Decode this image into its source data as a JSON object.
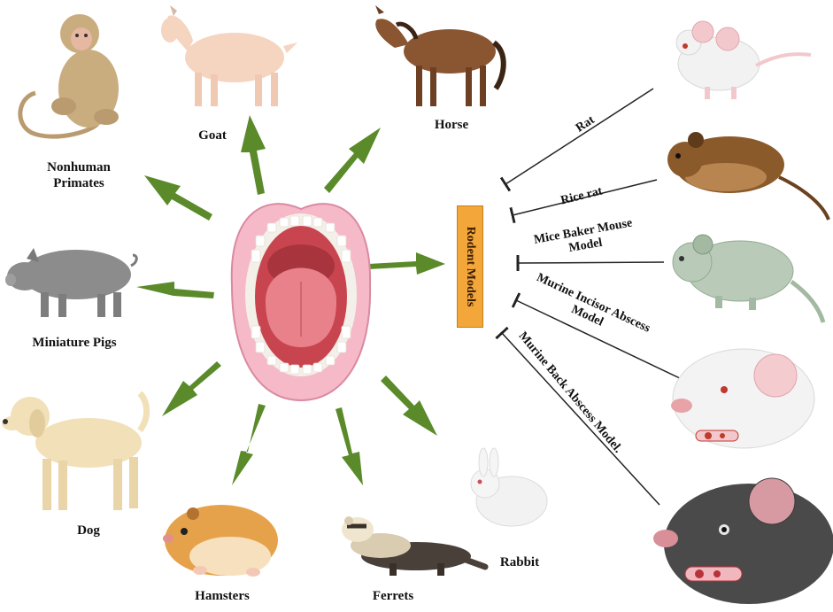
{
  "center": {
    "icon": "open-mouth-icon"
  },
  "animals": [
    {
      "id": "nonhuman-primates",
      "label_lines": [
        "Nonhuman",
        "Primates"
      ],
      "icon": "monkey-icon"
    },
    {
      "id": "goat",
      "label_lines": [
        "Goat"
      ],
      "icon": "goat-icon"
    },
    {
      "id": "horse",
      "label_lines": [
        "Horse"
      ],
      "icon": "horse-icon"
    },
    {
      "id": "miniature-pigs",
      "label_lines": [
        "Miniature Pigs"
      ],
      "icon": "pig-icon"
    },
    {
      "id": "dog",
      "label_lines": [
        "Dog"
      ],
      "icon": "dog-icon"
    },
    {
      "id": "hamsters",
      "label_lines": [
        "Hamsters"
      ],
      "icon": "hamster-icon"
    },
    {
      "id": "ferrets",
      "label_lines": [
        "Ferrets"
      ],
      "icon": "ferret-icon"
    },
    {
      "id": "rabbit",
      "label_lines": [
        "Rabbit"
      ],
      "icon": "rabbit-icon"
    }
  ],
  "rodent_group": {
    "title": "Rodent Models",
    "models": [
      {
        "id": "rat",
        "label_lines": [
          "Rat"
        ],
        "icon": "white-rat-icon"
      },
      {
        "id": "rice-rat",
        "label_lines": [
          "Rice rat"
        ],
        "icon": "rice-rat-icon"
      },
      {
        "id": "mice-baker",
        "label_lines": [
          "Mice Baker Mouse",
          "Model"
        ],
        "icon": "green-mouse-icon"
      },
      {
        "id": "murine-incisor",
        "label_lines": [
          "Murine Incisor Abscess",
          "Model"
        ],
        "icon": "white-rat-abscess-icon"
      },
      {
        "id": "murine-back",
        "label_lines": [
          "Murine Back Abscess Model."
        ],
        "icon": "black-rat-abscess-icon"
      }
    ]
  },
  "colors": {
    "arrow": "#5a8a2a",
    "rodent_box": "#f3a73a",
    "lips": "#f6b9c8",
    "mouth_inside": "#c8454f",
    "tongue": "#e9818b"
  }
}
